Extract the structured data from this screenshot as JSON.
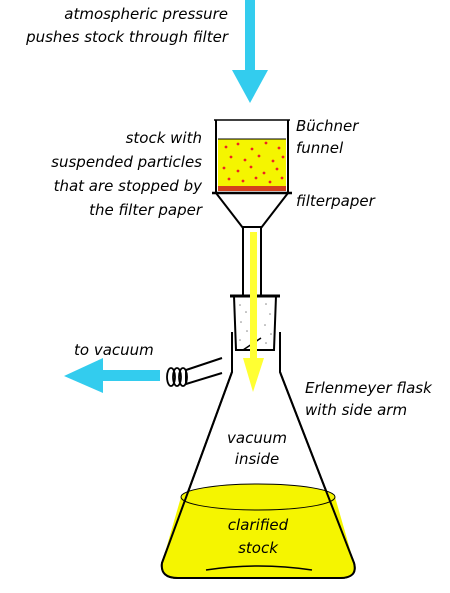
{
  "labels": {
    "top_arrow_line1": "atmospheric pressure",
    "top_arrow_line2": "pushes stock through filter",
    "funnel_line1": "Büchner",
    "funnel_line2": "funnel",
    "stock_line1": "stock with",
    "stock_line2": "suspended particles",
    "stock_line3": "that are stopped by",
    "stock_line4": "the filter paper",
    "filterpaper": "filterpaper",
    "to_vacuum": "to vacuum",
    "flask_line1": "Erlenmeyer flask",
    "flask_line2": "with side arm",
    "vacuum_line1": "vacuum",
    "vacuum_line2": "inside",
    "clarified_line1": "clarified",
    "clarified_line2": "stock"
  },
  "colors": {
    "arrow_cyan": "#33ccee",
    "liquid_yellow": "#f5f500",
    "flow_yellow": "#ffff33",
    "particle_red": "#ee2222",
    "outline": "#000000",
    "glass": "#ffffff"
  }
}
